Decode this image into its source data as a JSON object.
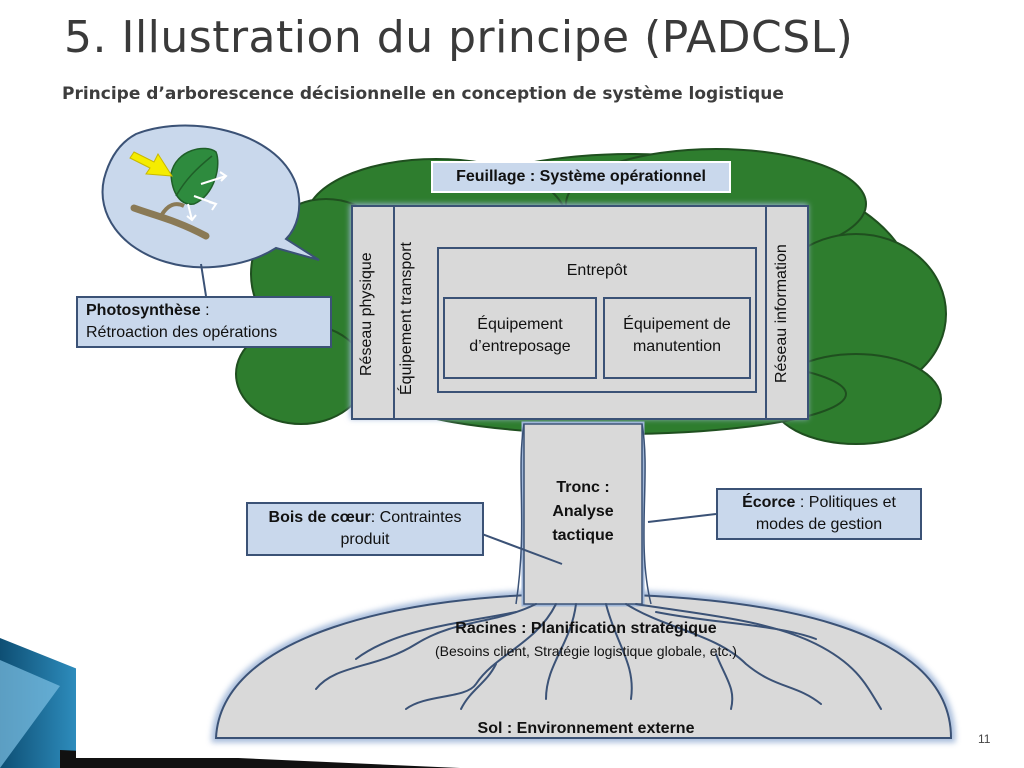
{
  "slide": {
    "title": "5. Illustration du principe (PADCSL)",
    "subtitle": "Principe d’arborescence décisionnelle en conception de système logistique",
    "page_number": "11"
  },
  "diagram": {
    "foliage_label": "Feuillage : Système opérationnel",
    "physical_network": "Réseau physique",
    "transport_equipment": "Équipement transport",
    "information_network": "Réseau information",
    "warehouse": "Entrepôt",
    "storage_equipment": "Équipement d’entreposage",
    "handling_equipment": "Équipement de manutention",
    "trunk_label": "Tronc : Analyse tactique",
    "roots_label": "Racines : Planification stratégique",
    "roots_detail": "(Besoins client, Stratégie logistique globale, etc.)",
    "soil_label": "Sol : Environnement externe"
  },
  "callouts": {
    "photosynthesis_bold": "Photosynthèse",
    "photosynthesis_colon": " :",
    "photosynthesis_text": "Rétroaction des opérations",
    "heartwood_bold": "Bois de cœur",
    "heartwood_text": ": Contraintes produit",
    "bark_bold": "Écorce",
    "bark_text": " : Politiques et modes de gestion"
  },
  "colors": {
    "foliage": "#2e7d2e",
    "box_gray": "#d9d9d9",
    "callout_fill": "#c9d8ec",
    "border_blue": "#3b5276",
    "glow": "#9fb6d8"
  }
}
